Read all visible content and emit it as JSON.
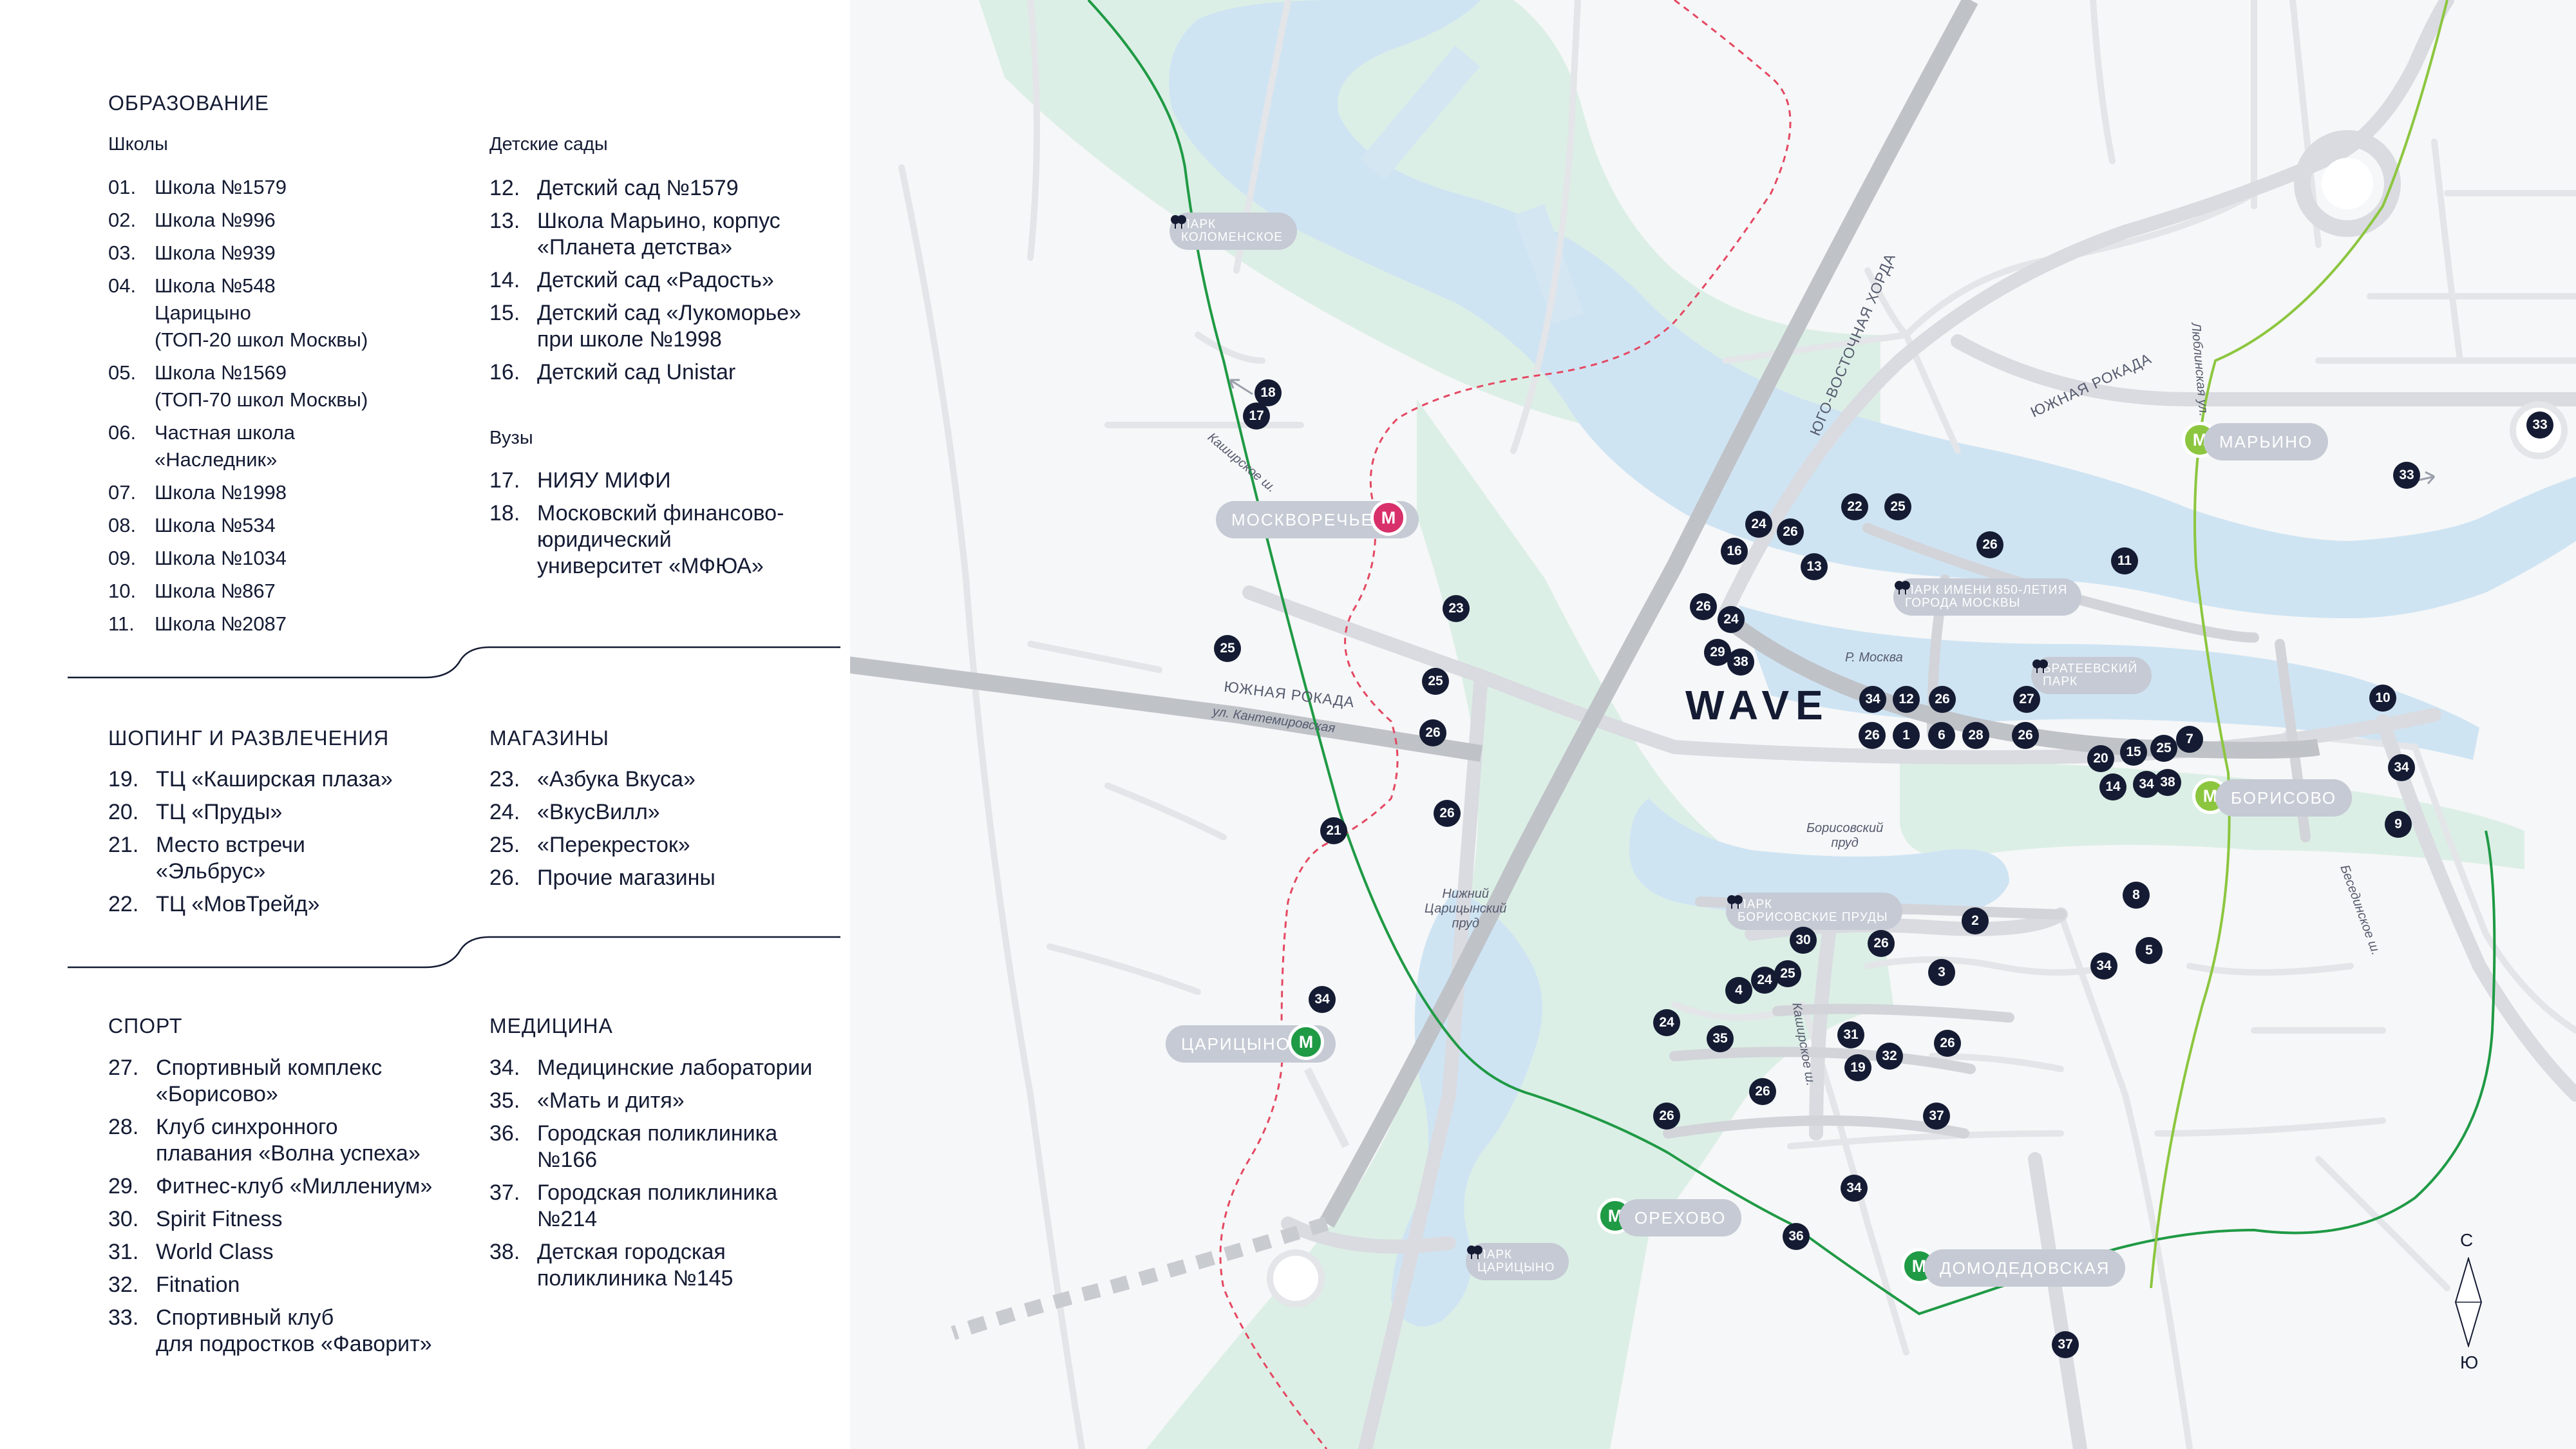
{
  "legend": {
    "education": {
      "title": "ОБРАЗОВАНИЕ",
      "schools_title": "Школы",
      "schools": [
        {
          "num": "01.",
          "text": "Школа №1579"
        },
        {
          "num": "02.",
          "text": "Школа №996"
        },
        {
          "num": "03.",
          "text": "Школа №939"
        },
        {
          "num": "04.",
          "text": "Школа №548\nЦарицыно\n(ТОП-20 школ Москвы)"
        },
        {
          "num": "05.",
          "text": "Школа №1569\n(ТОП-70 школ Москвы)"
        },
        {
          "num": "06.",
          "text": "Частная школа\n«Наследник»"
        },
        {
          "num": "07.",
          "text": "Школа №1998"
        },
        {
          "num": "08.",
          "text": "Школа №534"
        },
        {
          "num": "09.",
          "text": "Школа №1034"
        },
        {
          "num": "10.",
          "text": "Школа №867"
        },
        {
          "num": "11.",
          "text": "Школа №2087"
        }
      ],
      "kindergartens_title": "Детские сады",
      "kindergartens": [
        {
          "num": "12.",
          "text": "Детский сад №1579"
        },
        {
          "num": "13.",
          "text": "Школа Марьино, корпус\n«Планета детства»"
        },
        {
          "num": "14.",
          "text": "Детский сад «Радость»"
        },
        {
          "num": "15.",
          "text": "Детский сад «Лукоморье»\nпри школе №1998"
        },
        {
          "num": "16.",
          "text": "Детский сад Unistar"
        }
      ],
      "universities_title": "Вузы",
      "universities": [
        {
          "num": "17.",
          "text": "НИЯУ МИФИ"
        },
        {
          "num": "18.",
          "text": "Московский финансово-\nюридический\nуниверситет «МФЮА»"
        }
      ]
    },
    "shopping": {
      "title": "ШОПИНГ И РАЗВЛЕЧЕНИЯ",
      "items": [
        {
          "num": "19.",
          "text": "ТЦ «Каширская плаза»"
        },
        {
          "num": "20.",
          "text": "ТЦ «Пруды»"
        },
        {
          "num": "21.",
          "text": "Место встречи\n«Эльбрус»"
        },
        {
          "num": "22.",
          "text": "ТЦ «МовТрейд»"
        }
      ]
    },
    "stores": {
      "title": "МАГАЗИНЫ",
      "items": [
        {
          "num": "23.",
          "text": "«Азбука Вкуса»"
        },
        {
          "num": "24.",
          "text": "«ВкусВилл»"
        },
        {
          "num": "25.",
          "text": "«Перекресток»"
        },
        {
          "num": "26.",
          "text": "Прочие магазины"
        }
      ]
    },
    "sport": {
      "title": "СПОРТ",
      "items": [
        {
          "num": "27.",
          "text": "Спортивный комплекс\n«Борисово»"
        },
        {
          "num": "28.",
          "text": "Клуб синхронного\nплавания «Волна успеха»"
        },
        {
          "num": "29.",
          "text": "Фитнес-клуб «Миллениум»"
        },
        {
          "num": "30.",
          "text": "Spirit Fitness"
        },
        {
          "num": "31.",
          "text": "World Class"
        },
        {
          "num": "32.",
          "text": "Fitnation"
        },
        {
          "num": "33.",
          "text": "Спортивный клуб\nдля подростков «Фаворит»"
        }
      ]
    },
    "medicine": {
      "title": "МЕДИЦИНА",
      "items": [
        {
          "num": "34.",
          "text": "Медицинские лаборатории"
        },
        {
          "num": "35.",
          "text": "«Мать и дитя»"
        },
        {
          "num": "36.",
          "text": "Городская поликлиника\n№166"
        },
        {
          "num": "37.",
          "text": "Городская поликлиника\n№214"
        },
        {
          "num": "38.",
          "text": "Детская городская\nполиклиника №145"
        }
      ]
    }
  },
  "map": {
    "project": "WAVE",
    "metro": [
      {
        "name": "МОСКВОРЕЧЬЕ",
        "color": "#d8306a",
        "icon": "М"
      },
      {
        "name": "ЦАРИЦЫНО",
        "color": "#1f9a45",
        "icon": "М"
      },
      {
        "name": "ОРЕХОВО",
        "color": "#1f9a45",
        "icon": "М"
      },
      {
        "name": "ДОМОДЕДОВСКАЯ",
        "color": "#1f9a45",
        "icon": "М"
      },
      {
        "name": "МАРЬИНО",
        "color": "#8cc63f",
        "icon": "М"
      },
      {
        "name": "БОРИСОВО",
        "color": "#8cc63f",
        "icon": "М"
      }
    ],
    "parks": [
      {
        "name": "ПАРК\nКОЛОМЕНСКОЕ"
      },
      {
        "name": "ПАРК ИМЕНИ 850-ЛЕТИЯ\nГОРОДА МОСКВЫ"
      },
      {
        "name": "БРАТЕЕВСКИЙ\nПАРК"
      },
      {
        "name": "ПАРК\nБОРИСОВСКИЕ ПРУДЫ"
      },
      {
        "name": "ПАРК\nЦАРИЦЫНО"
      }
    ],
    "street_labels": {
      "yuzhnaya_rokada_w": "ЮЖНАЯ РОКАДА",
      "yuzhnaya_rokada_e": "ЮЖНАЯ РОКАДА",
      "yuvh": "ЮГО-ВОСТОЧНАЯ ХОРДА",
      "kantemirovskaya": "ул. Кантемировская",
      "kashirskoe_n": "Каширское ш.",
      "kashirskoe_s": "Каширское ш.",
      "lublinskaya": "Люблинская ул.",
      "besedinskoe": "Бесединское ш.",
      "reka_moskva": "Р. Москва",
      "borisovsky_prud": "Борисовский\nпруд",
      "nizhny_prud": "Нижний\nЦарицынский\nпруд"
    },
    "poi_colors": {
      "marker": "#141b33"
    },
    "compass": {
      "north": "С",
      "south": "Ю"
    }
  }
}
